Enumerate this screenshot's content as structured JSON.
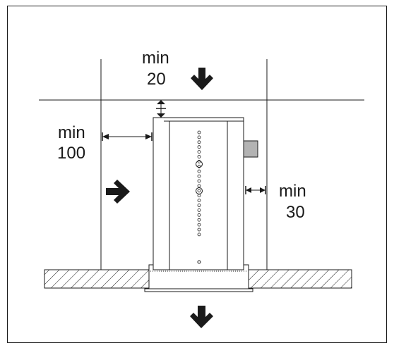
{
  "labels": {
    "top": {
      "word": "min",
      "value": "20"
    },
    "left": {
      "word": "min",
      "value": "100"
    },
    "right": {
      "word": "min",
      "value": "30"
    }
  },
  "icons": {
    "top_arrow": "down-arrow-icon",
    "side_arrow": "right-arrow-icon",
    "bottom_arrow": "down-arrow-icon"
  },
  "colors": {
    "line": "#1a1a1a",
    "fill_grey": "#b3b3b3",
    "background": "#ffffff"
  }
}
